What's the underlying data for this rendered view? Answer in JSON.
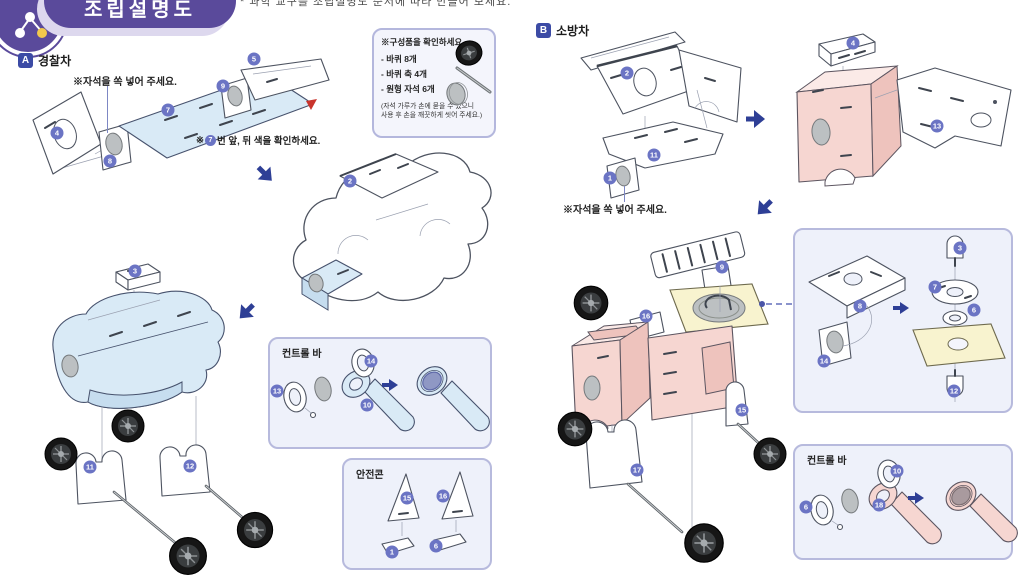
{
  "header": {
    "badge": "조립설명도",
    "subtitle": "* 과학 교구를 조립설명도 순서에 따라 만들어 보세요."
  },
  "components_box": {
    "title": "※구성품을 확인하세요.",
    "items": [
      "- 바퀴 8개",
      "- 바퀴 축 4개",
      "- 원형 자석 6개"
    ],
    "icons": [
      "wheel-icon",
      "axle-icon",
      "magnet-icon"
    ],
    "note_line1": "(자석 가루가 손에 묻을 수 있으니",
    "note_line2": "사용 후 손을 깨끗하게 씻어 주세요.)"
  },
  "section_a": {
    "label": "A",
    "title": "경찰차",
    "magnet_note": "※자석을 쏙 넣어 주세요.",
    "color_note_prefix": "※",
    "color_note_part": "7",
    "color_note_suffix": "번 앞, 뒤 색을 확인하세요.",
    "control_bar_title": "컨트롤 바",
    "safety_cone_title": "안전콘"
  },
  "section_b": {
    "label": "B",
    "title": "소방차",
    "magnet_note": "※자석을 쏙 넣어 주세요.",
    "control_bar_title": "컨트롤 바"
  },
  "part_numbers": {
    "n1": "1",
    "n2": "2",
    "n3": "3",
    "n4": "4",
    "n5": "5",
    "n6": "6",
    "n7": "7",
    "n8": "8",
    "n9": "9",
    "n10": "10",
    "n11": "11",
    "n12": "12",
    "n13": "13",
    "n14": "14",
    "n15": "15",
    "n16": "16",
    "n17": "17",
    "n18": "18"
  },
  "colors": {
    "badge_purple": "#5a4a9b",
    "section_label_blue": "#3c4ba5",
    "police_blue": "#d9eaf6",
    "fire_pink": "#f6d6d1",
    "platform_yellow": "#f8f3cf",
    "part_circle_purple": "#6b74c4",
    "accent_red": "#c9342c",
    "arrow_navy": "#2e3f96"
  }
}
